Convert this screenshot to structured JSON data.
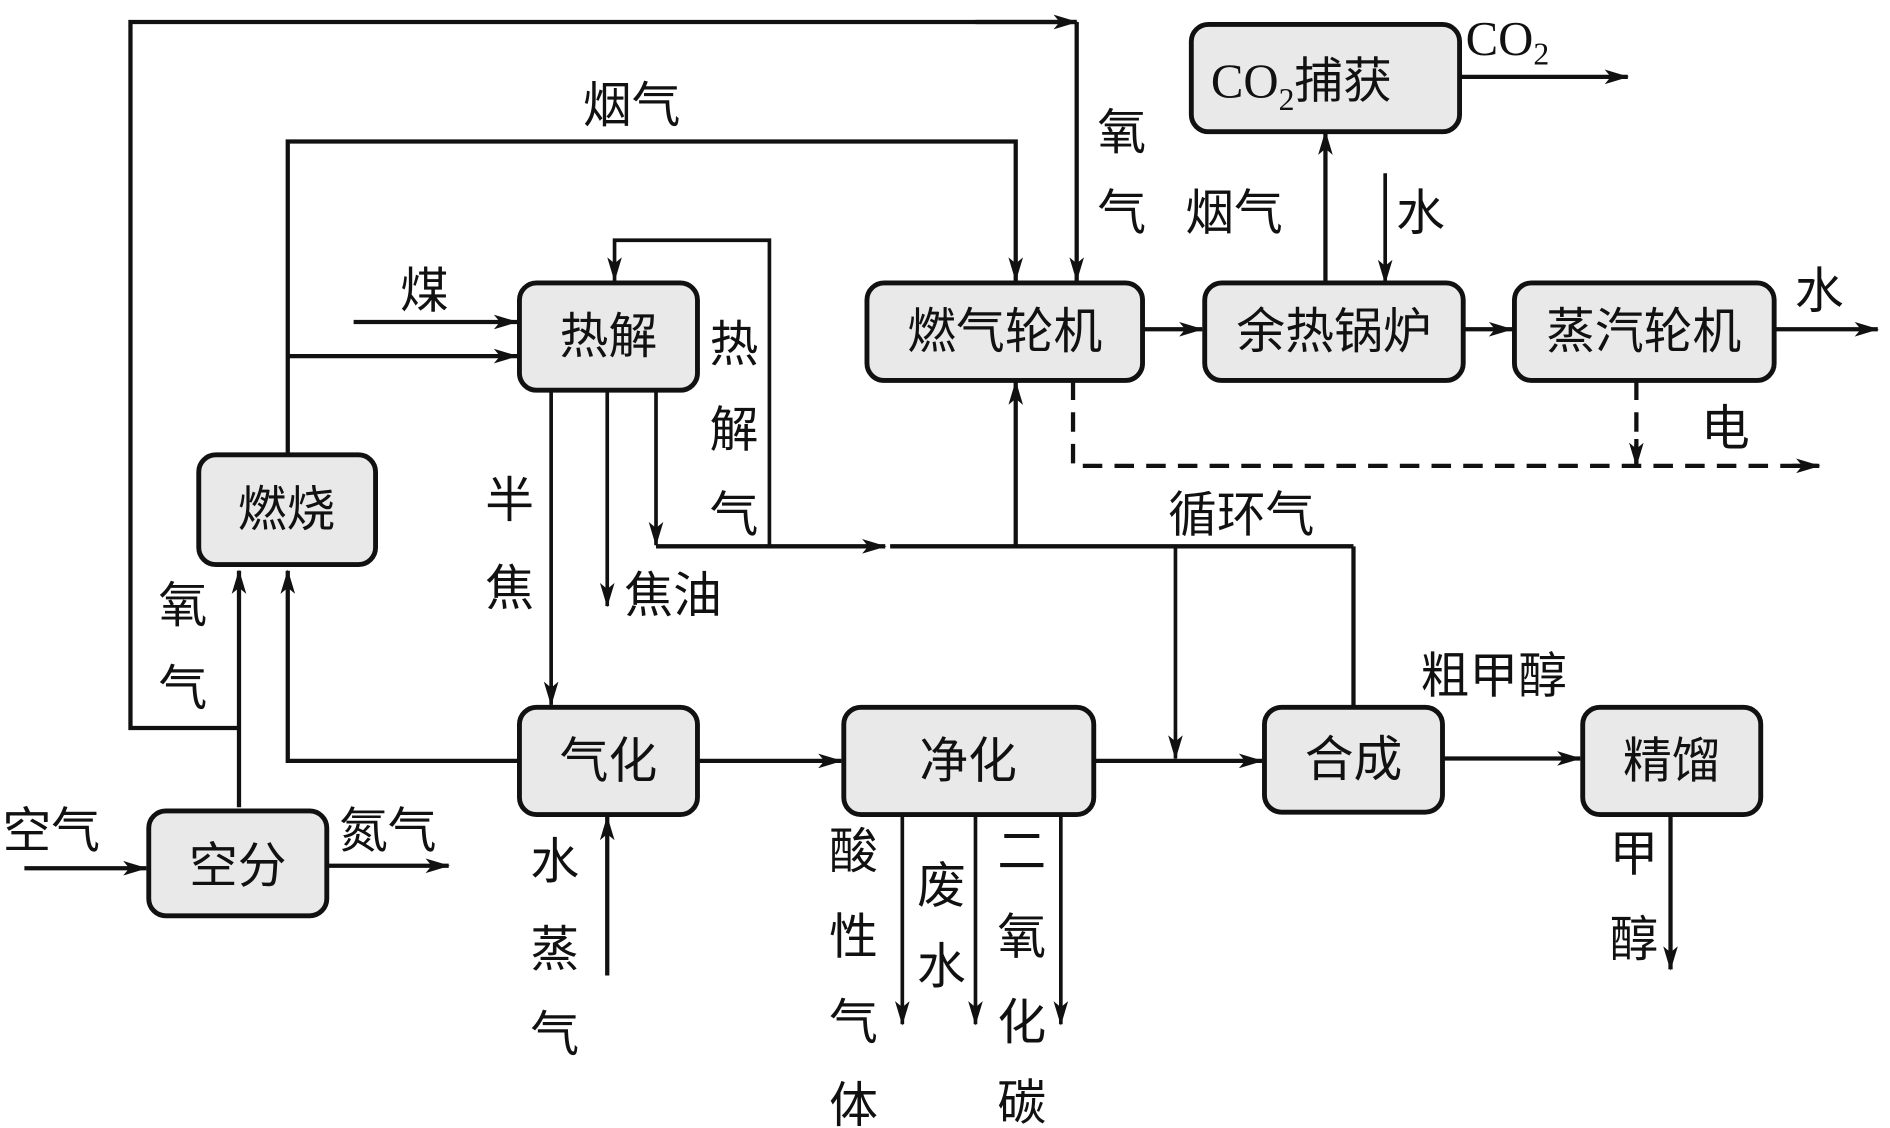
{
  "diagram": {
    "type": "process-flow",
    "units": {
      "air_separation": "空分",
      "combustion": "燃烧",
      "pyrolysis": "热解",
      "gasification": "气化",
      "purification": "净化",
      "synthesis": "合成",
      "rectification": "精馏",
      "gas_turbine": "燃气轮机",
      "waste_heat_boiler": "余热锅炉",
      "steam_turbine": "蒸汽轮机",
      "co2_capture_prefix": "CO",
      "co2_capture_sub": "2",
      "co2_capture_suffix": "捕获"
    },
    "labels": {
      "air": "空气",
      "nitrogen": "氮气",
      "oxygen_left": [
        "氧",
        "气"
      ],
      "oxygen_top": [
        "氧",
        "气"
      ],
      "flue_gas_top": "烟气",
      "flue_gas_right": "烟气",
      "coal": "煤",
      "pyrolysis_gas": [
        "热",
        "解",
        "气"
      ],
      "semi_coke": [
        "半",
        "焦"
      ],
      "tar": "焦油",
      "steam": [
        "水",
        "蒸",
        "气"
      ],
      "recycle_gas": "循环气",
      "acid_gas": [
        "酸",
        "性",
        "气",
        "体"
      ],
      "waste_water": [
        "废",
        "水"
      ],
      "carbon_dioxide": [
        "二",
        "氧",
        "化",
        "碳"
      ],
      "crude_methanol": "粗甲醇",
      "methanol": [
        "甲",
        "醇"
      ],
      "water_in": "水",
      "water_out": "水",
      "electricity": "电",
      "co2_out_prefix": "CO",
      "co2_out_sub": "2"
    }
  }
}
